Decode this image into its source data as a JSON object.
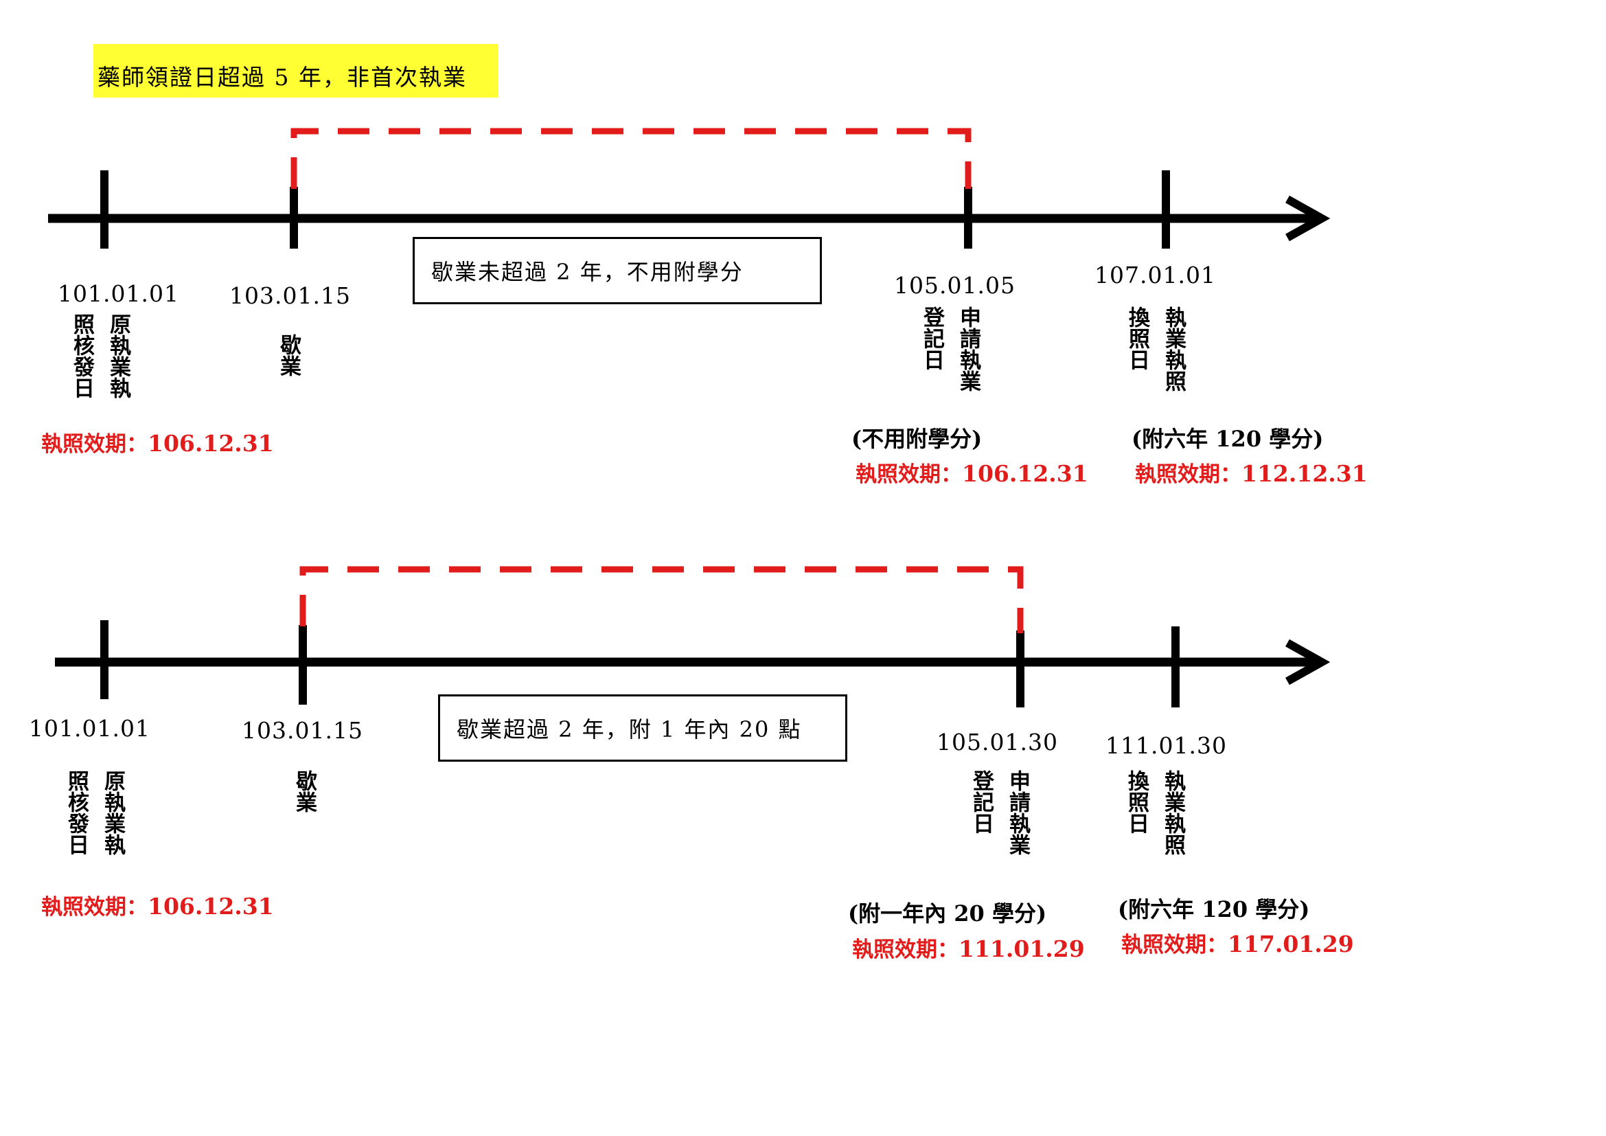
{
  "title": "藥師領證日超過 5 年，非首次執業",
  "colors": {
    "title_highlight": "#ffff33",
    "axis": "#000000",
    "gap_dash": "#e21b1b",
    "validity_text": "#e21b1b"
  },
  "timelines": [
    {
      "note": "歇業未超過 2 年，不用附學分",
      "events": [
        {
          "date": "101.01.01",
          "cols": [
            "原執業執",
            "照核發日"
          ]
        },
        {
          "date": "103.01.15",
          "cols": [
            "歇業"
          ]
        },
        {
          "date": "105.01.05",
          "cols": [
            "申請執業",
            "登記日"
          ]
        },
        {
          "date": "107.01.01",
          "cols": [
            "執業執照",
            "換照日"
          ]
        }
      ],
      "validities": [
        {
          "note": "",
          "label": "執照效期：",
          "value": "106.12.31"
        },
        {
          "note": "(不用附學分)",
          "label": "執照效期：",
          "value": "106.12.31"
        },
        {
          "note": "(附六年 120 學分)",
          "label": "執照效期：",
          "value": "112.12.31"
        }
      ]
    },
    {
      "note": "歇業超過 2 年，附 1 年內 20 點",
      "events": [
        {
          "date": "101.01.01",
          "cols": [
            "原執業執",
            "照核發日"
          ]
        },
        {
          "date": "103.01.15",
          "cols": [
            "歇業"
          ]
        },
        {
          "date": "105.01.30",
          "cols": [
            "申請執業",
            "登記日"
          ]
        },
        {
          "date": "111.01.30",
          "cols": [
            "執業執照",
            "換照日"
          ]
        }
      ],
      "validities": [
        {
          "note": "",
          "label": "執照效期：",
          "value": "106.12.31"
        },
        {
          "note": "(附一年內 20 學分)",
          "label": "執照效期：",
          "value": "111.01.29"
        },
        {
          "note": "(附六年 120 學分)",
          "label": "執照效期：",
          "value": "117.01.29"
        }
      ]
    }
  ]
}
